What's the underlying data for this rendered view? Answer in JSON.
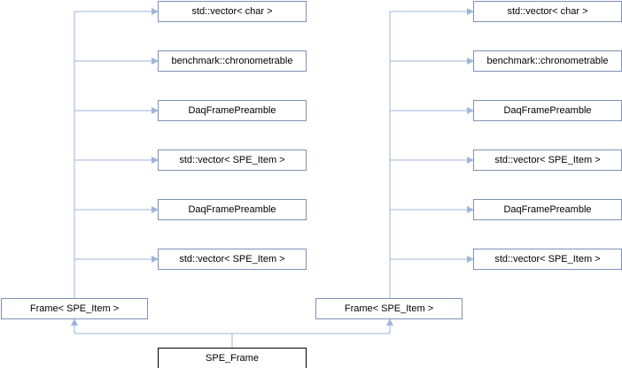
{
  "diagram": {
    "colors": {
      "edge": "#9fb6d8",
      "node_border": "#7f91b4",
      "focus_border": "#000000"
    },
    "left_column": {
      "bases": [
        "std::vector< char >",
        "benchmark::chronometrable",
        "DaqFramePreamble",
        "std::vector< SPE_Item >",
        "DaqFramePreamble",
        "std::vector< SPE_Item >"
      ],
      "parent": "Frame< SPE_Item >"
    },
    "right_column": {
      "bases": [
        "std::vector< char >",
        "benchmark::chronometrable",
        "DaqFramePreamble",
        "std::vector< SPE_Item >",
        "DaqFramePreamble",
        "std::vector< SPE_Item >"
      ],
      "parent": "Frame< SPE_Item >"
    },
    "focus": "SPE_Frame"
  }
}
